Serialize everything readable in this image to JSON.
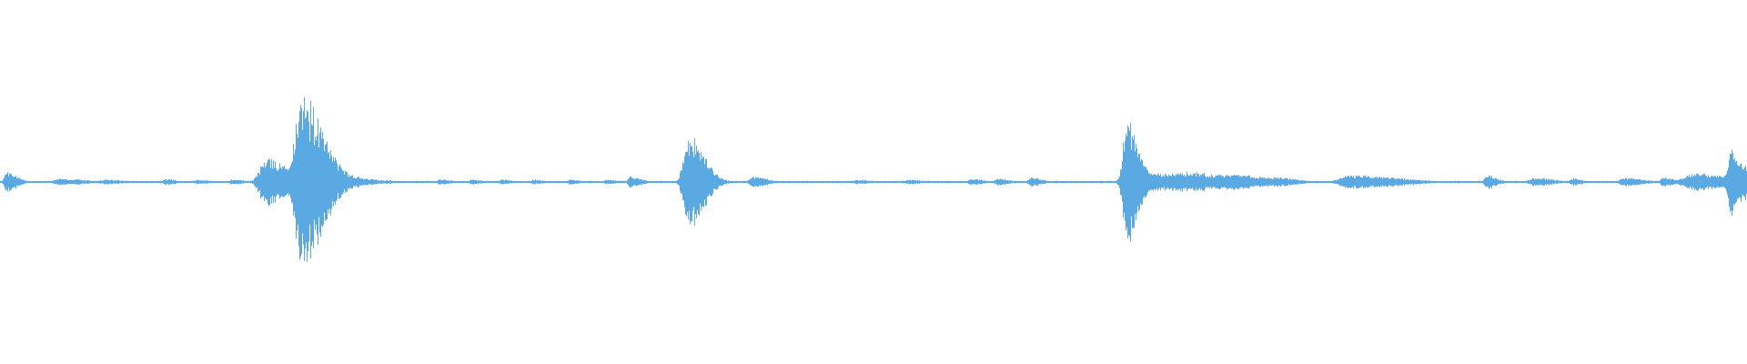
{
  "waveform": {
    "color": "#5aa9e2",
    "background": "#ffffff",
    "peak_scale": 1.0,
    "baseline_amplitude": 0.012,
    "events": [
      {
        "t": 0.004,
        "amp": 0.12,
        "width": 0.003
      },
      {
        "t": 0.035,
        "amp": 0.04,
        "width": 0.008
      },
      {
        "t": 0.06,
        "amp": 0.03,
        "width": 0.006
      },
      {
        "t": 0.095,
        "amp": 0.035,
        "width": 0.003
      },
      {
        "t": 0.113,
        "amp": 0.03,
        "width": 0.003
      },
      {
        "t": 0.133,
        "amp": 0.035,
        "width": 0.003
      },
      {
        "t": 0.152,
        "amp": 0.28,
        "width": 0.007
      },
      {
        "t": 0.163,
        "amp": 0.2,
        "width": 0.005
      },
      {
        "t": 0.1722,
        "amp": 1.0,
        "width": 0.007
      },
      {
        "t": 0.185,
        "amp": 0.12,
        "width": 0.01
      },
      {
        "t": 0.22,
        "amp": 0.025,
        "width": 0.003
      },
      {
        "t": 0.252,
        "amp": 0.035,
        "width": 0.003
      },
      {
        "t": 0.27,
        "amp": 0.03,
        "width": 0.003
      },
      {
        "t": 0.287,
        "amp": 0.03,
        "width": 0.003
      },
      {
        "t": 0.305,
        "amp": 0.03,
        "width": 0.003
      },
      {
        "t": 0.326,
        "amp": 0.03,
        "width": 0.003
      },
      {
        "t": 0.347,
        "amp": 0.03,
        "width": 0.003
      },
      {
        "t": 0.361,
        "amp": 0.07,
        "width": 0.003
      },
      {
        "t": 0.3935,
        "amp": 0.55,
        "width": 0.005
      },
      {
        "t": 0.431,
        "amp": 0.07,
        "width": 0.004
      },
      {
        "t": 0.49,
        "amp": 0.03,
        "width": 0.004
      },
      {
        "t": 0.52,
        "amp": 0.03,
        "width": 0.004
      },
      {
        "t": 0.556,
        "amp": 0.035,
        "width": 0.004
      },
      {
        "t": 0.571,
        "amp": 0.04,
        "width": 0.004
      },
      {
        "t": 0.59,
        "amp": 0.06,
        "width": 0.003
      },
      {
        "t": 0.6445,
        "amp": 0.75,
        "width": 0.004
      },
      {
        "t": 0.655,
        "amp": 0.12,
        "width": 0.012
      },
      {
        "t": 0.675,
        "amp": 0.12,
        "width": 0.014
      },
      {
        "t": 0.7,
        "amp": 0.1,
        "width": 0.012
      },
      {
        "t": 0.73,
        "amp": 0.06,
        "width": 0.006
      },
      {
        "t": 0.773,
        "amp": 0.08,
        "width": 0.012
      },
      {
        "t": 0.79,
        "amp": 0.06,
        "width": 0.01
      },
      {
        "t": 0.851,
        "amp": 0.08,
        "width": 0.003
      },
      {
        "t": 0.878,
        "amp": 0.05,
        "width": 0.006
      },
      {
        "t": 0.9,
        "amp": 0.045,
        "width": 0.003
      },
      {
        "t": 0.93,
        "amp": 0.05,
        "width": 0.006
      },
      {
        "t": 0.952,
        "amp": 0.06,
        "width": 0.003
      },
      {
        "t": 0.97,
        "amp": 0.1,
        "width": 0.012
      },
      {
        "t": 0.991,
        "amp": 0.38,
        "width": 0.004
      },
      {
        "t": 0.998,
        "amp": 0.2,
        "width": 0.004
      }
    ]
  }
}
